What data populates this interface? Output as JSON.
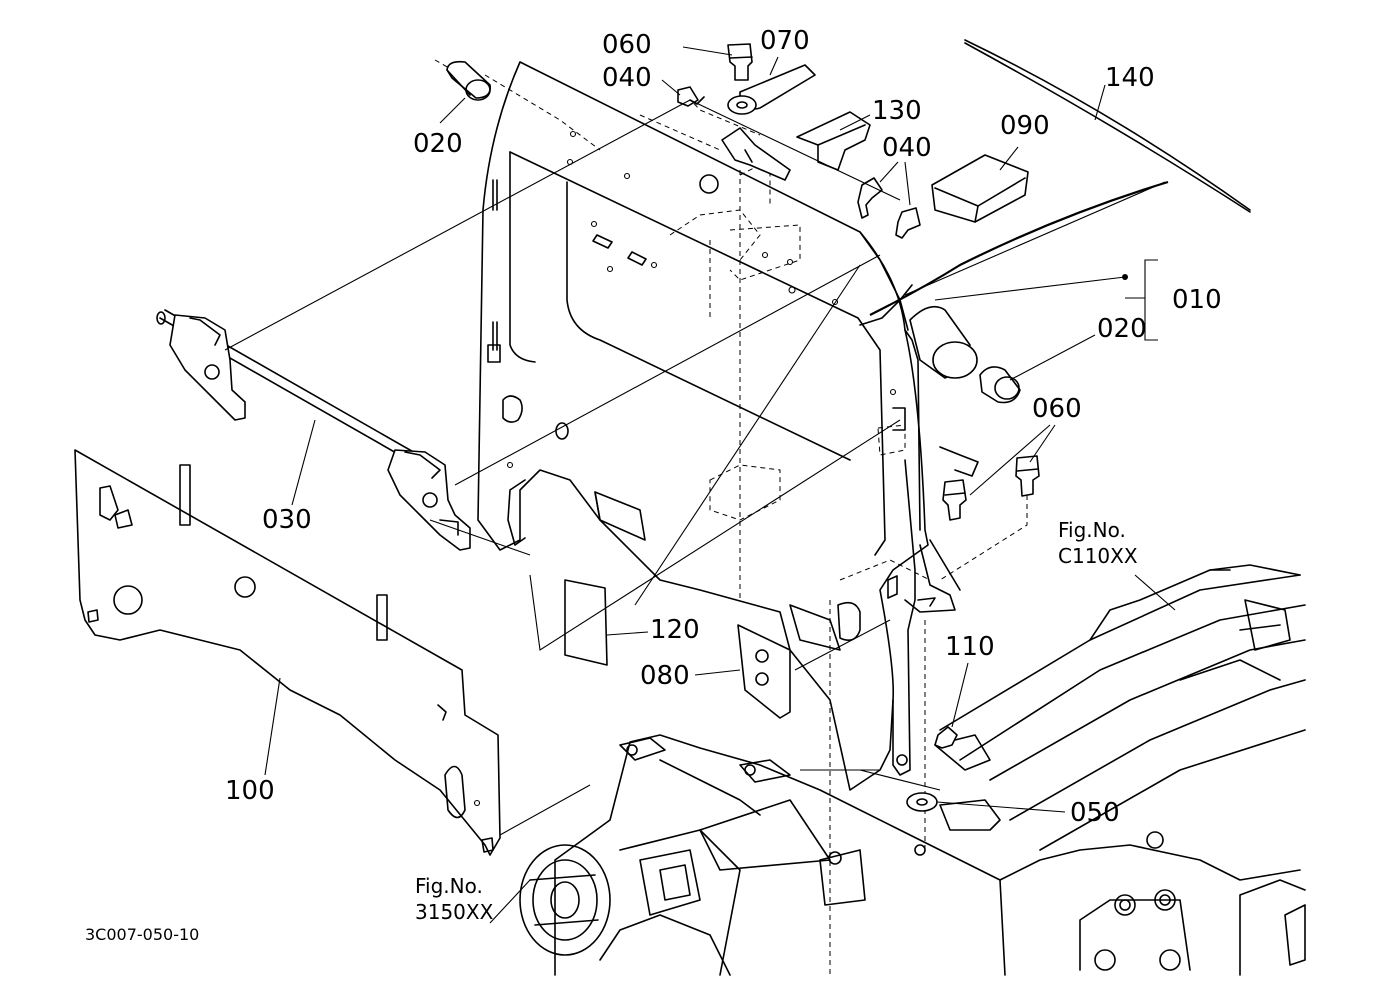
{
  "diagram_code": "3C007-050-10",
  "labels": {
    "p060a": "060",
    "p070": "070",
    "p040a": "040",
    "p020a": "020",
    "p130": "130",
    "p040b": "040",
    "p090": "090",
    "p140": "140",
    "p010": "010",
    "p020b": "020",
    "p060b": "060",
    "p030": "030",
    "p120": "120",
    "p080": "080",
    "p110": "110",
    "p050": "050",
    "p100": "100"
  },
  "figrefs": {
    "c110": {
      "line1": "Fig.No.",
      "line2": "C110XX"
    },
    "f3150": {
      "line1": "Fig.No.",
      "line2": "3150XX"
    }
  }
}
